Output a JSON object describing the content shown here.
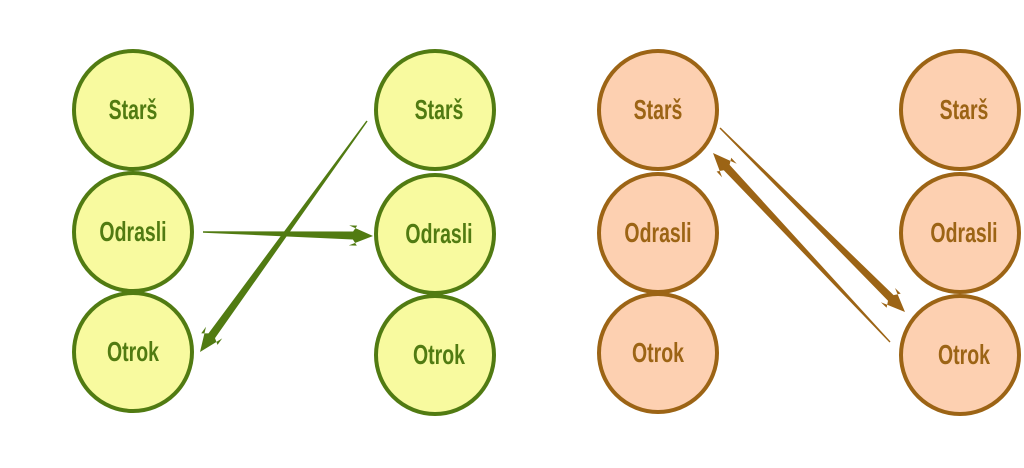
{
  "colors": {
    "green_stroke": "#517b12",
    "green_fill": "#f8fa9f",
    "orange_stroke": "#9c6415",
    "orange_fill": "#fdd0b1"
  },
  "diagrams": [
    {
      "theme": "green",
      "left_column": [
        "Starš",
        "Odrasli",
        "Otrok"
      ],
      "right_column": [
        "Starš",
        "Odrasli",
        "Otrok"
      ],
      "arrows": [
        {
          "from": "left.Odrasli",
          "to": "right.Odrasli"
        },
        {
          "from": "right.Starš",
          "to": "left.Otrok"
        }
      ]
    },
    {
      "theme": "orange",
      "left_column": [
        "Starš",
        "Odrasli",
        "Otrok"
      ],
      "right_column": [
        "Starš",
        "Odrasli",
        "Otrok"
      ],
      "arrows": [
        {
          "from": "left.Starš",
          "to": "right.Otrok"
        },
        {
          "from": "right.Otrok",
          "to": "left.Starš"
        }
      ]
    }
  ]
}
